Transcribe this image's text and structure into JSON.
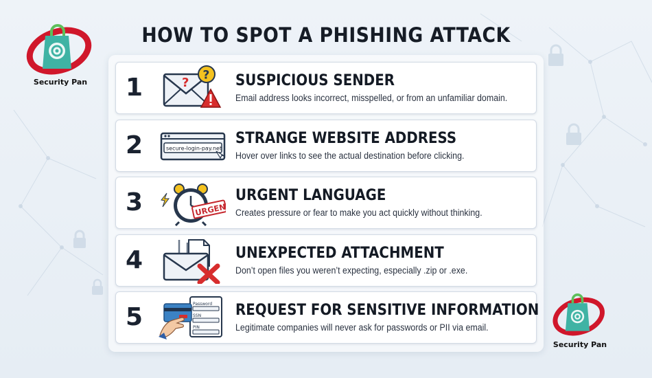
{
  "title": "HOW TO SPOT A PHISHING ATTACK",
  "brand": {
    "name": "Security Pan",
    "icon": "shopping-bag-shield-icon",
    "colors": {
      "red": "#d0172b",
      "teal": "#3fb3a4",
      "green": "#5dbf5a"
    }
  },
  "items": [
    {
      "number": "1",
      "title": "SUSPICIOUS SENDER",
      "description": "Email address looks incorrect, misspelled, or from an unfamiliar domain.",
      "icon": "envelope-question-warning-icon"
    },
    {
      "number": "2",
      "title": "STRANGE WEBSITE ADDRESS",
      "description": "Hover over links to see the actual destination before clicking.",
      "icon": "browser-url-bar-icon",
      "url_text": "secure-login-pay.net"
    },
    {
      "number": "3",
      "title": "URGENT LANGUAGE",
      "description": "Creates pressure or fear to make you act quickly without thinking.",
      "icon": "alarm-clock-urgent-icon",
      "stamp_text": "URGENT"
    },
    {
      "number": "4",
      "title": "UNEXPECTED ATTACHMENT",
      "description": "Don’t open files you weren’t expecting, especially .zip or .exe.",
      "icon": "envelope-attachment-x-icon"
    },
    {
      "number": "5",
      "title": "REQUEST FOR SENSITIVE INFORMATION",
      "description": "Legitimate companies will never ask for passwords or PII via email.",
      "icon": "card-form-hand-icon",
      "form_labels": [
        "Password",
        "SSN",
        "PIN"
      ]
    }
  ]
}
